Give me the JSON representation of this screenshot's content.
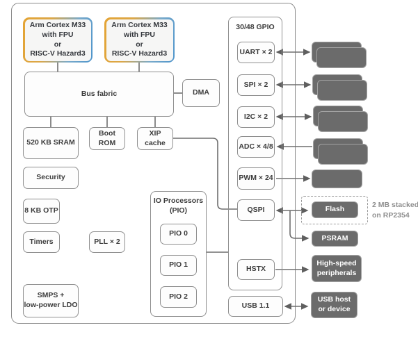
{
  "chip": {
    "cpu_lines": [
      "Arm Cortex M33",
      "with FPU",
      "or",
      "RISC-V Hazard3"
    ],
    "bus_fabric": "Bus fabric",
    "dma": "DMA",
    "sram": "520 KB SRAM",
    "boot_rom": [
      "Boot",
      "ROM"
    ],
    "xip_cache": [
      "XIP",
      "cache"
    ],
    "security": "Security",
    "otp": "8 KB OTP",
    "timers": "Timers",
    "pll": "PLL × 2",
    "smps": [
      "SMPS +",
      "low-power LDO"
    ],
    "pio": {
      "title": [
        "IO Processors",
        "(PIO)"
      ],
      "blocks": [
        "PIO 0",
        "PIO 1",
        "PIO 2"
      ]
    },
    "gpio": {
      "title": "30/48 GPIO",
      "blocks": [
        "UART × 2",
        "SPI × 2",
        "I2C × 2",
        "ADC × 4/8",
        "PWM × 24",
        "QSPI",
        "HSTX"
      ]
    },
    "usb": "USB 1.1"
  },
  "external": {
    "flash": "Flash",
    "flash_note": [
      "2 MB stacked",
      "on RP2354"
    ],
    "psram": "PSRAM",
    "high_speed": [
      "High-speed",
      "peripherals"
    ],
    "usb_host": [
      "USB host",
      "or device"
    ]
  },
  "colors": {
    "cpu_border_left": "#e4a434",
    "cpu_border_right": "#4d94cb",
    "dark_block_fill": "#6b6b6b",
    "line": "#6e6e6e",
    "light_border": "#8f8f8f"
  }
}
